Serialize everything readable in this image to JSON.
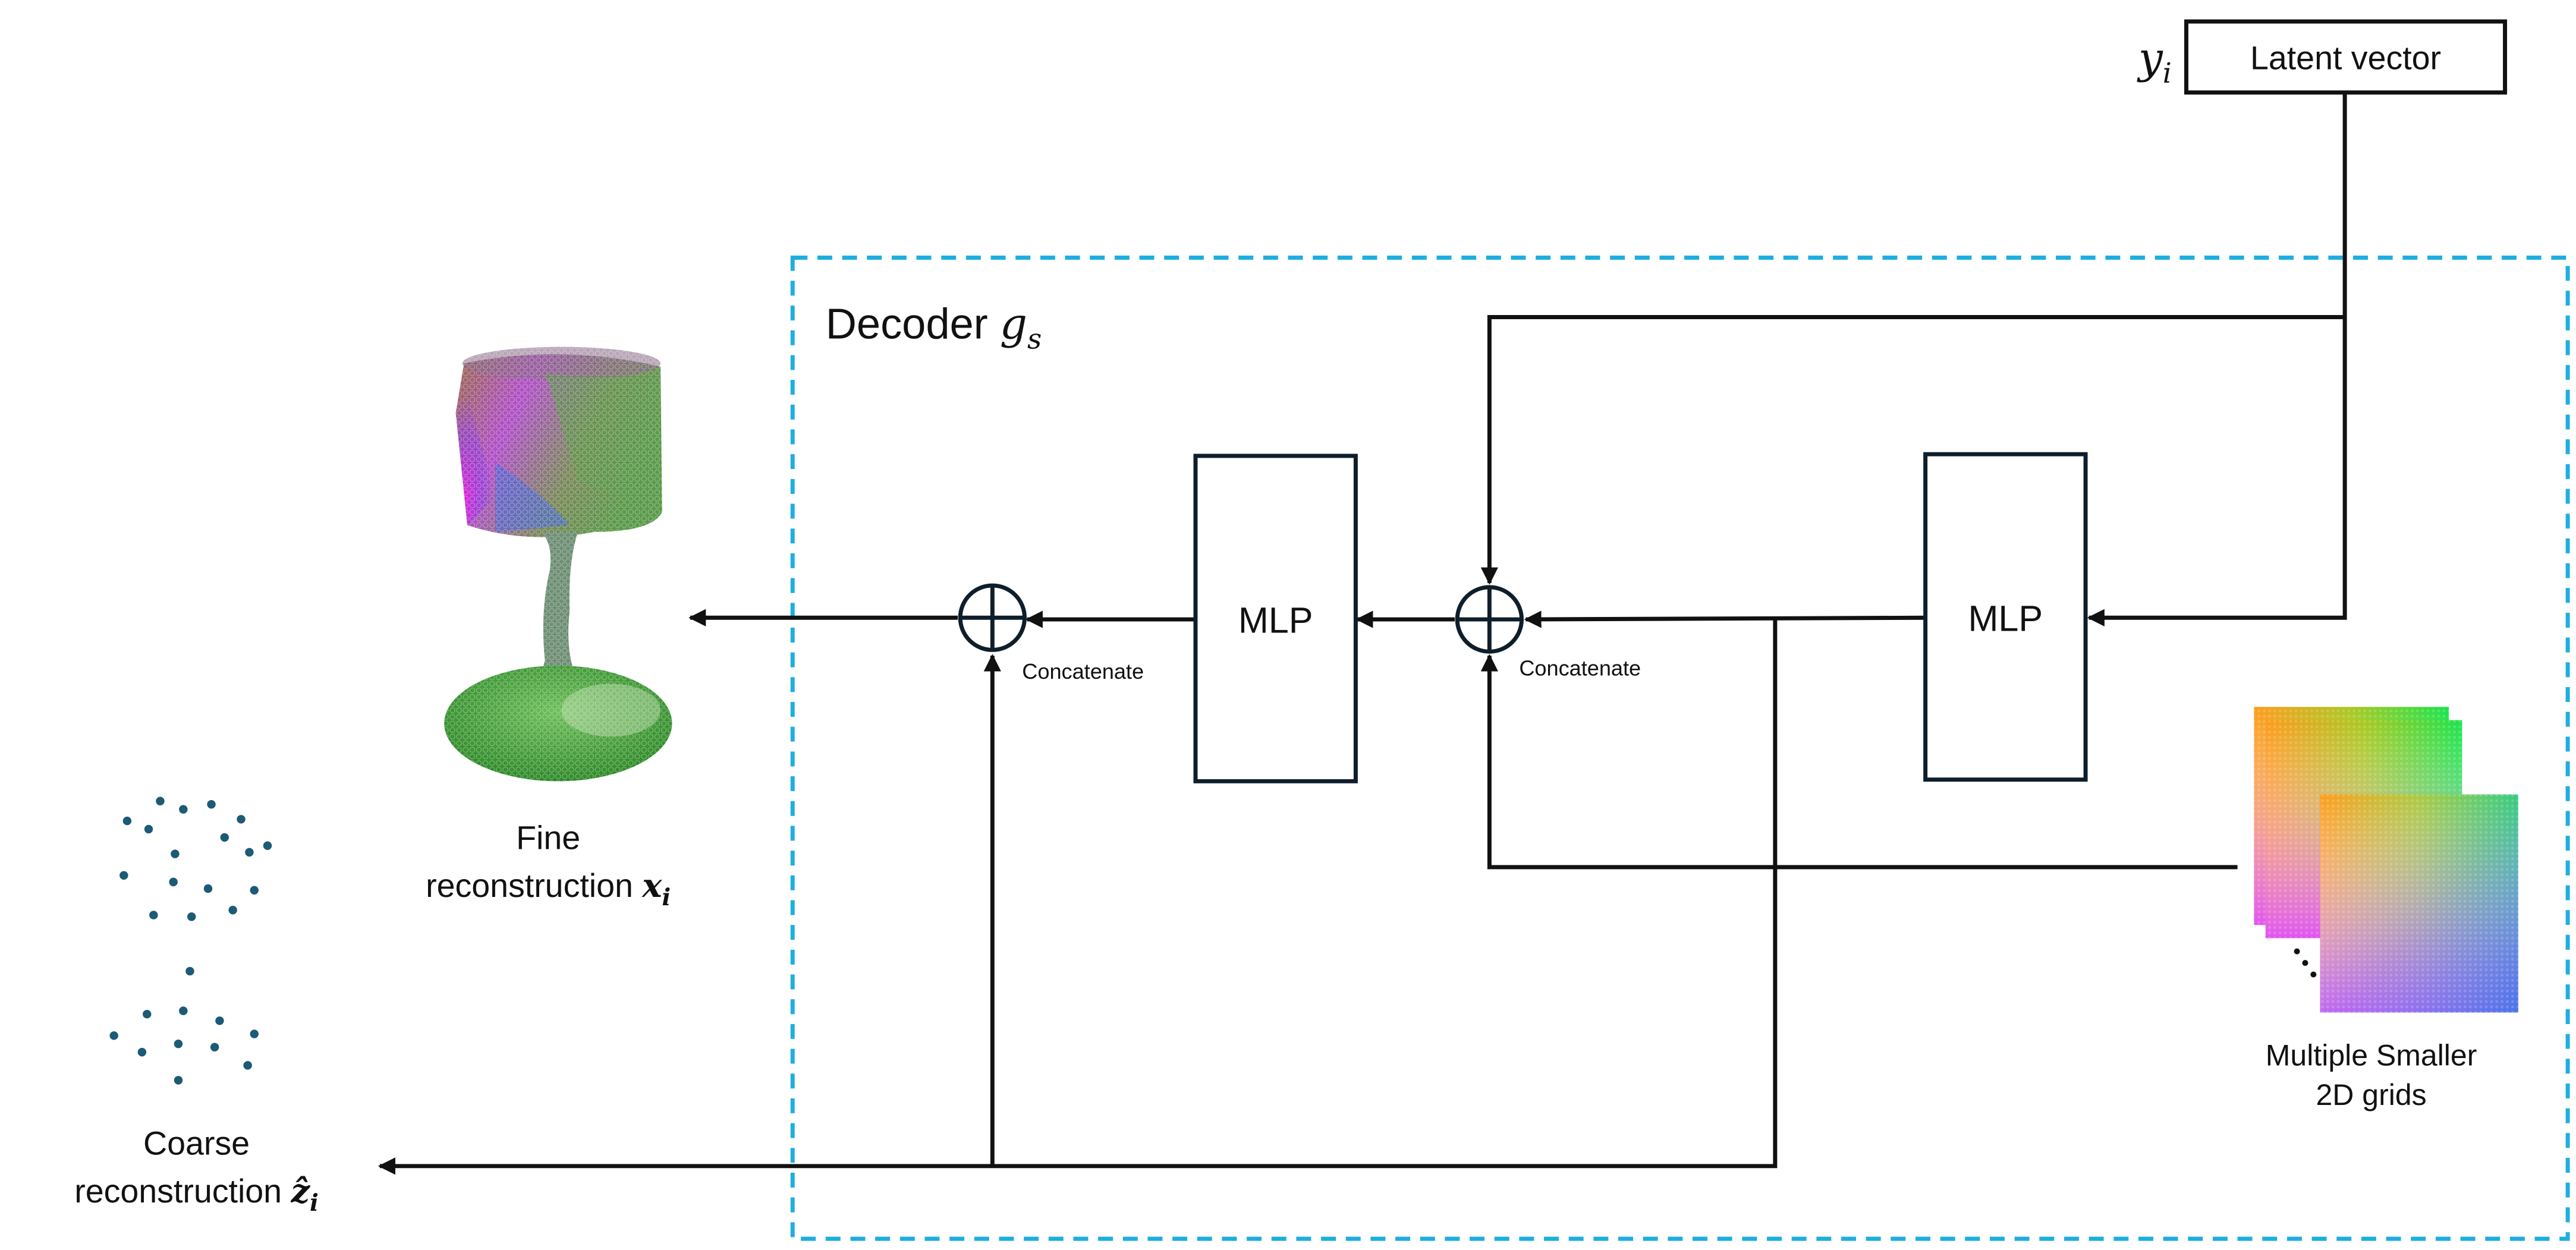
{
  "latent": {
    "symbol_base": "y",
    "symbol_sub": "i",
    "box_label": "Latent vector"
  },
  "decoder": {
    "title_text": "Decoder ",
    "title_symbol_base": "g",
    "title_symbol_sub": "s",
    "border_color": "#1eaee0"
  },
  "mlp_1": {
    "label": "MLP"
  },
  "mlp_2": {
    "label": "MLP"
  },
  "concat_1": {
    "label": "Concatenate"
  },
  "concat_2": {
    "label": "Concatenate"
  },
  "fine": {
    "line1": "Fine",
    "line2_text": "reconstruction ",
    "line2_symbol_base": "x",
    "line2_symbol_sub": "i"
  },
  "coarse": {
    "line1": "Coarse",
    "line2_text": "reconstruction ",
    "line2_symbol_base": "ẑ",
    "line2_symbol_sub": "i",
    "point_color": "#1c5a75"
  },
  "grids": {
    "line1": "Multiple Smaller",
    "line2": "2D grids"
  }
}
